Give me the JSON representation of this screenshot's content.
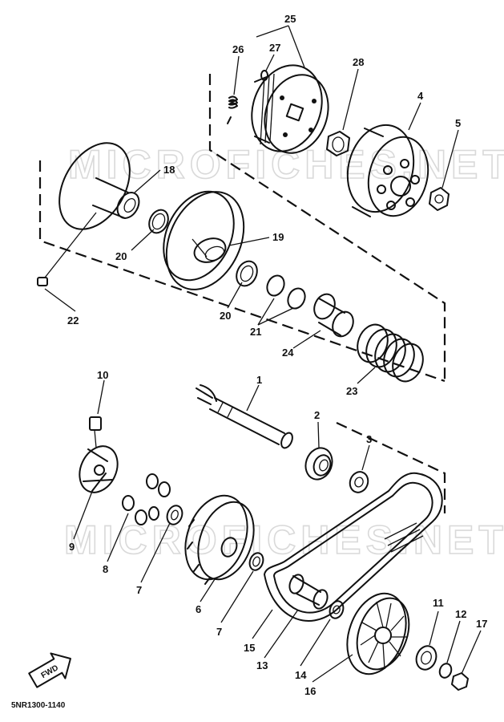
{
  "watermark": "MICROFICHES.NET",
  "diagram_code": "5NR1300-1140",
  "fwd_label": "FWD",
  "callouts": [
    {
      "id": "c25",
      "text": "25"
    },
    {
      "id": "c26",
      "text": "26"
    },
    {
      "id": "c27",
      "text": "27"
    },
    {
      "id": "c28",
      "text": "28"
    },
    {
      "id": "c4",
      "text": "4"
    },
    {
      "id": "c5",
      "text": "5"
    },
    {
      "id": "c18",
      "text": "18"
    },
    {
      "id": "c19",
      "text": "19"
    },
    {
      "id": "c20a",
      "text": "20"
    },
    {
      "id": "c20b",
      "text": "20"
    },
    {
      "id": "c21",
      "text": "21"
    },
    {
      "id": "c22",
      "text": "22"
    },
    {
      "id": "c24",
      "text": "24"
    },
    {
      "id": "c23",
      "text": "23"
    },
    {
      "id": "c1",
      "text": "1"
    },
    {
      "id": "c2",
      "text": "2"
    },
    {
      "id": "c3",
      "text": "3"
    },
    {
      "id": "c10",
      "text": "10"
    },
    {
      "id": "c9",
      "text": "9"
    },
    {
      "id": "c8",
      "text": "8"
    },
    {
      "id": "c7a",
      "text": "7"
    },
    {
      "id": "c7b",
      "text": "7"
    },
    {
      "id": "c6",
      "text": "6"
    },
    {
      "id": "c15",
      "text": "15"
    },
    {
      "id": "c13",
      "text": "13"
    },
    {
      "id": "c14",
      "text": "14"
    },
    {
      "id": "c16",
      "text": "16"
    },
    {
      "id": "c11",
      "text": "11"
    },
    {
      "id": "c12",
      "text": "12"
    },
    {
      "id": "c17",
      "text": "17"
    }
  ]
}
